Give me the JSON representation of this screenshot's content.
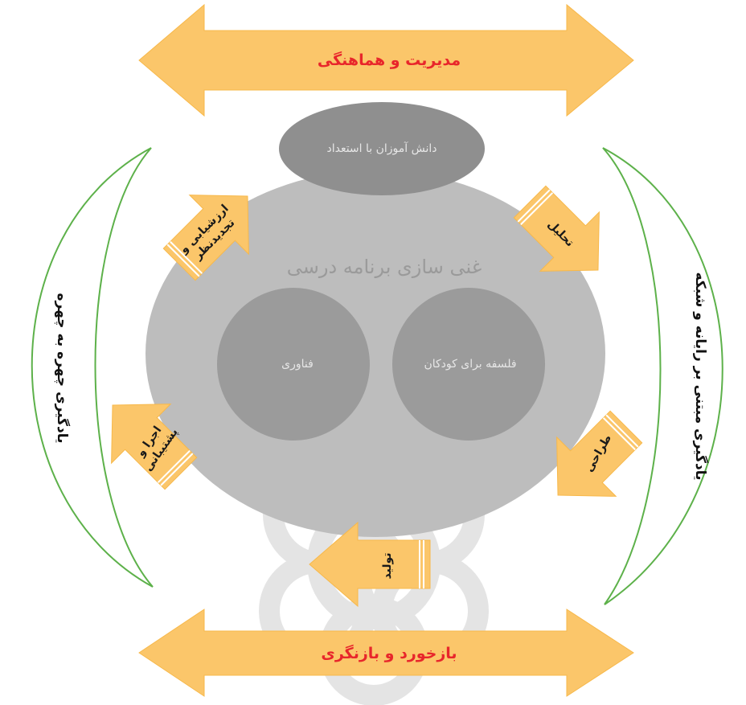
{
  "colors": {
    "arrow_fill": "#fbc66a",
    "arrow_stroke": "#f7b84a",
    "big_circle": "#bdbdbd",
    "inner_circles": "#9b9b9b",
    "top_ellipse": "#8f8f8f",
    "bracket_stroke": "#5db14a",
    "top_bottom_text": "#e8262b",
    "watermark": "#cfcfcf"
  },
  "top_arrow": {
    "label": "مدیریت و هماهنگی"
  },
  "bottom_arrow": {
    "label": "بازخورد و بازنگری"
  },
  "top_ellipse": {
    "label": "دانش آموزان با استعداد"
  },
  "big_circle": {
    "label": "غنی سازی برنامه درسی"
  },
  "left_circle": {
    "label": "فناوری"
  },
  "right_circle": {
    "label": "فلسفه برای کودکان"
  },
  "cycle_arrows": {
    "evaluation": [
      "ارزشیابی و",
      "تجدیدنظر"
    ],
    "analysis": "تحلیل",
    "design": "طراحی",
    "production": "تولید",
    "implementation": [
      "اجرا و",
      "پشتیبانی"
    ]
  },
  "left_bracket": {
    "label": "یادگیری چهره به چهره"
  },
  "right_bracket": {
    "label": "یادگیری مبتنی بر رایانه و شبکه"
  }
}
